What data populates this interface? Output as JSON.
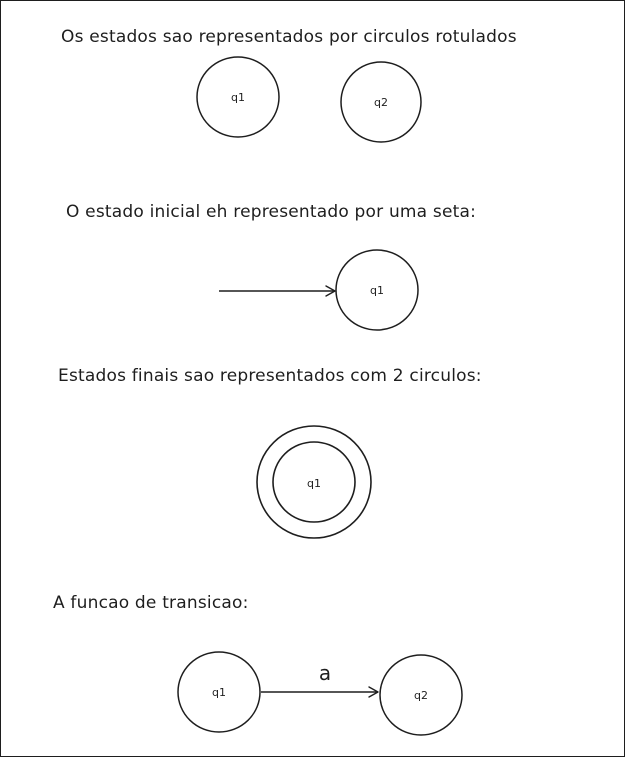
{
  "sections": {
    "states": {
      "heading": "Os estados sao representados por circulos rotulados",
      "state_a": "q1",
      "state_b": "q2"
    },
    "initial": {
      "heading": "O estado inicial eh representado por uma seta:",
      "state": "q1"
    },
    "final": {
      "heading": "Estados finais sao representados com 2 circulos:",
      "state": "q1"
    },
    "transition": {
      "heading": "A funcao de transicao:",
      "from_state": "q1",
      "to_state": "q2",
      "symbol": "a"
    }
  },
  "colors": {
    "stroke": "#1e1e1e",
    "background": "#ffffff"
  }
}
